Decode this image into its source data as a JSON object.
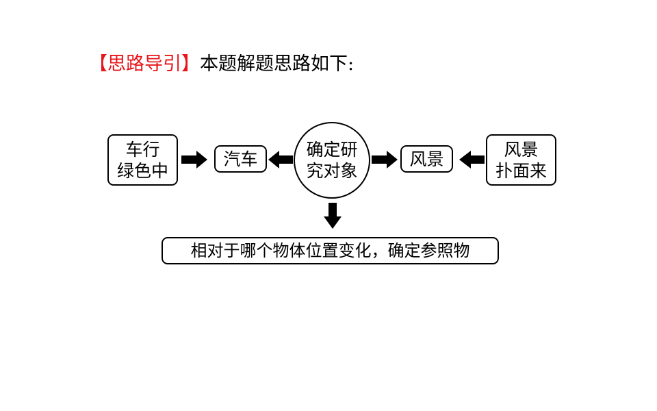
{
  "header": {
    "tag": "【思路导引】",
    "text": "本题解题思路如下:"
  },
  "diagram": {
    "left_box": [
      "车行",
      "绿色中"
    ],
    "car_box": "汽车",
    "center_circle": [
      "确定研",
      "究对象"
    ],
    "scenery_box": "风景",
    "right_box": [
      "风景",
      "扑面来"
    ],
    "bottom_box": "相对于哪个物体位置变化，确定参照物"
  }
}
